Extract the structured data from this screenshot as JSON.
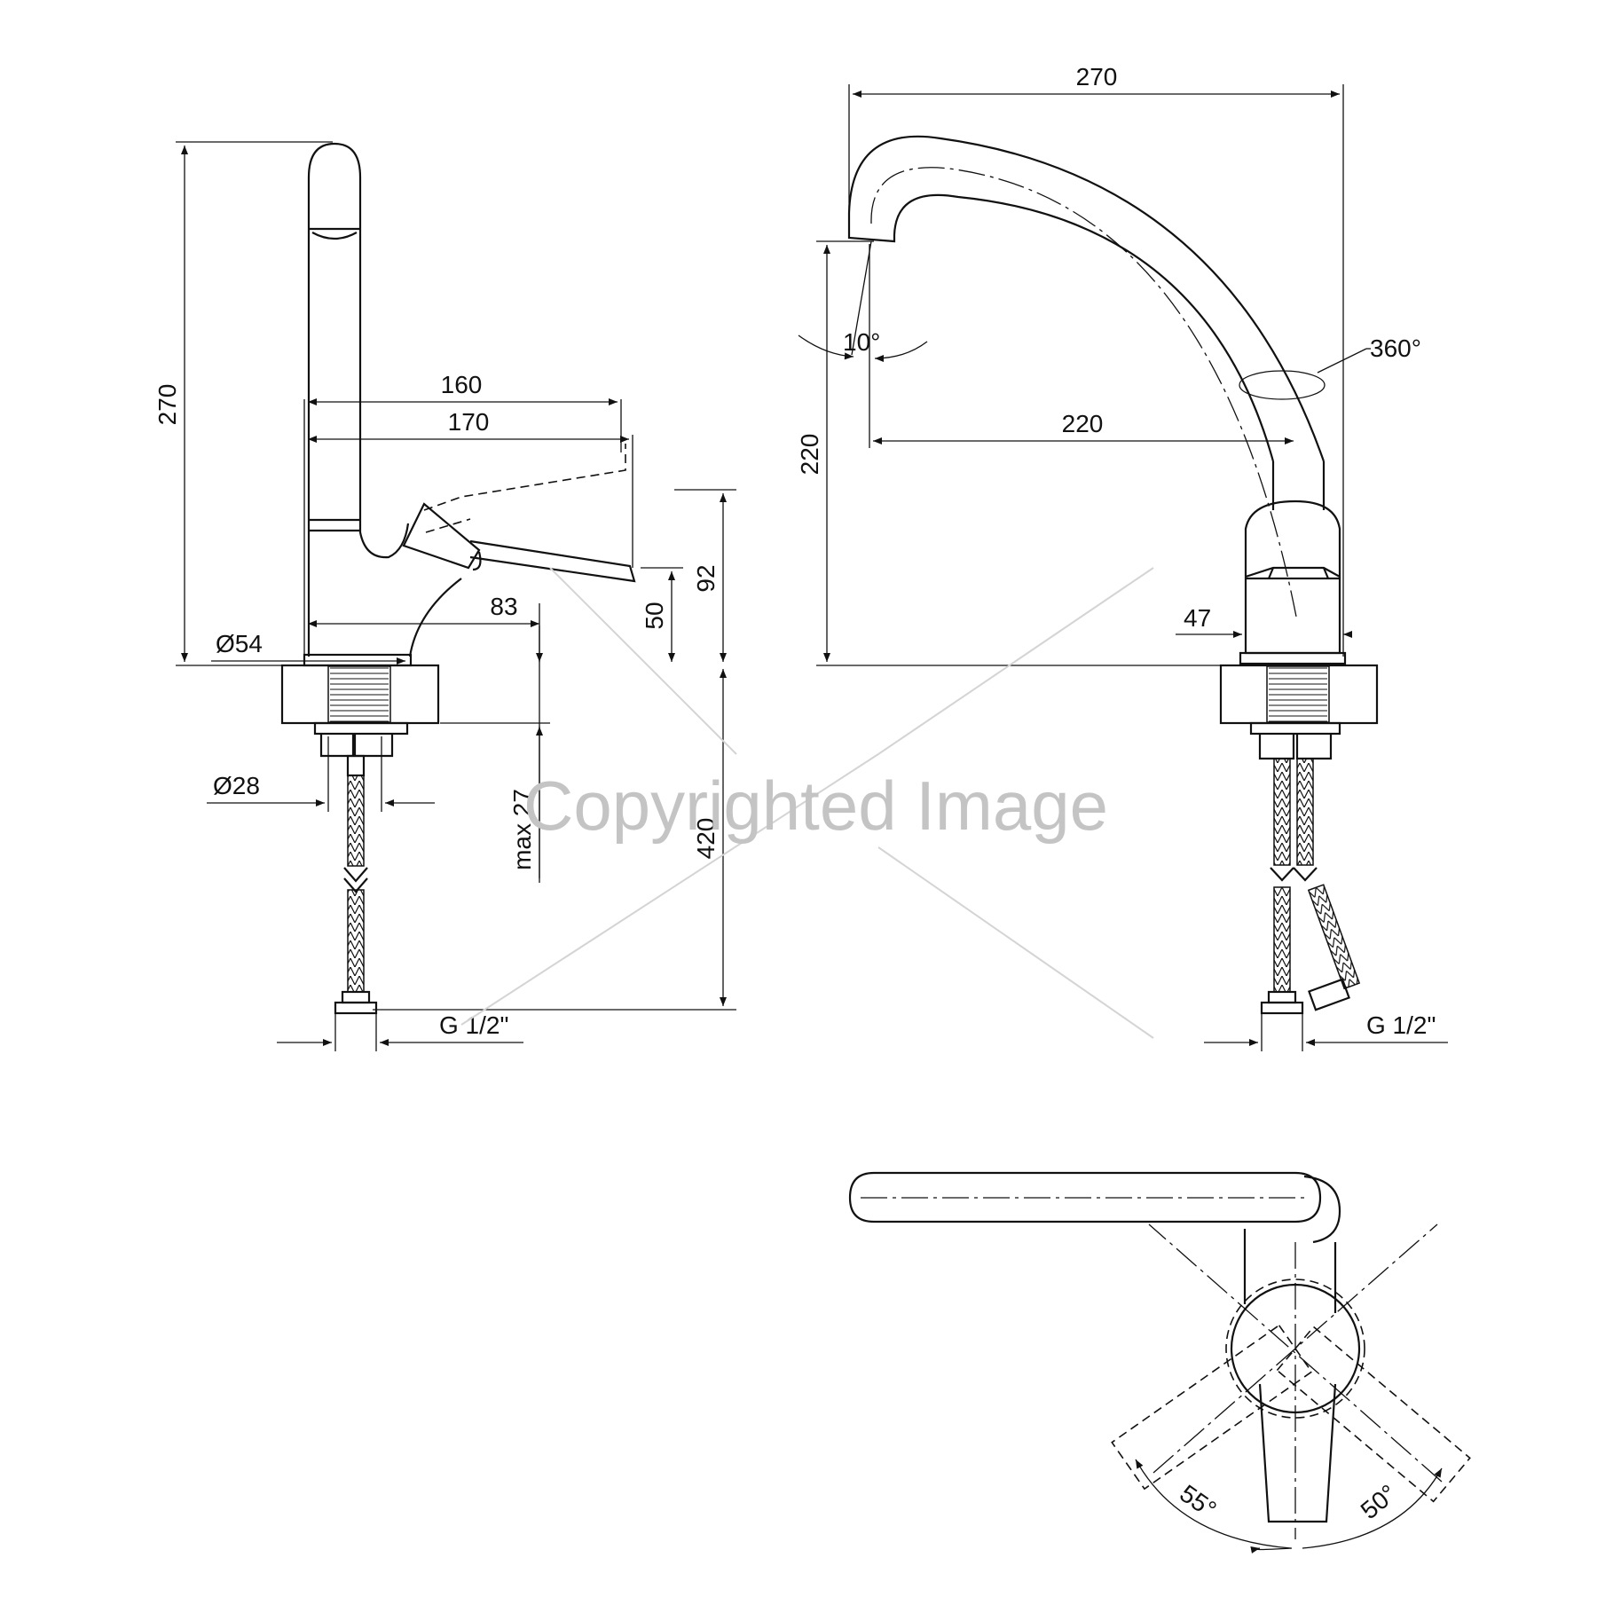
{
  "watermark": {
    "text": "Copyrighted Image"
  },
  "side_view": {
    "height_total": "270",
    "lever_length": "160",
    "lever_reach": "170",
    "lever_height": "92",
    "lever_offset": "50",
    "body_width": "83",
    "base_diameter": "Ø54",
    "shank_diameter": "Ø28",
    "max_thickness": "max 27",
    "hose_length": "420",
    "thread": "G 1/2\""
  },
  "front_view": {
    "spout_reach_total": "270",
    "spout_reach": "220",
    "spout_height": "220",
    "spout_tilt": "10°",
    "rotation": "360°",
    "body_diameter": "47",
    "thread": "G 1/2\""
  },
  "top_view": {
    "angle_left": "55°",
    "angle_right": "50°"
  }
}
